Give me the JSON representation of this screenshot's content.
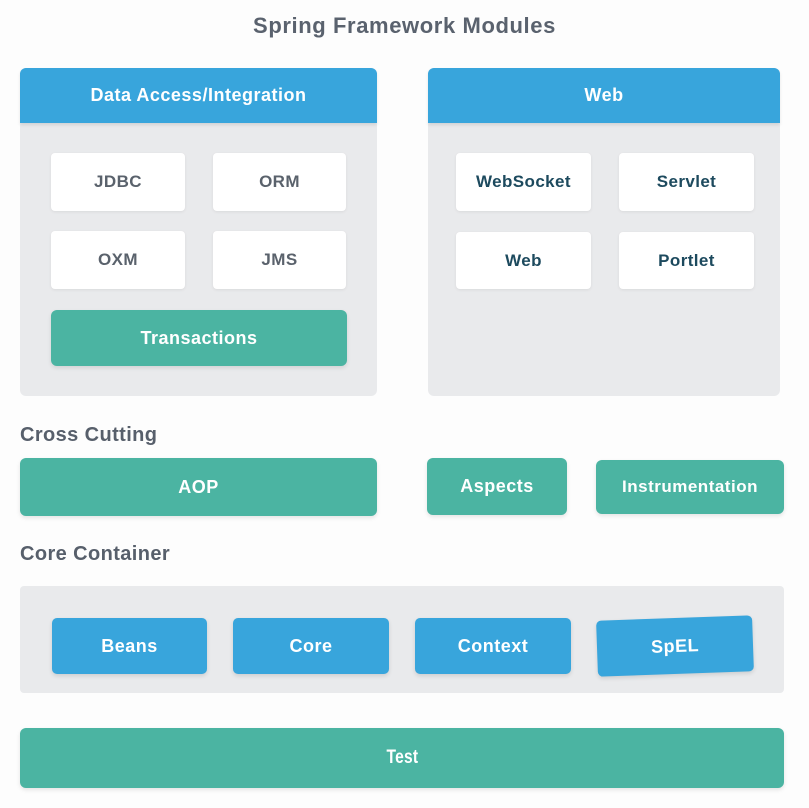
{
  "title": "Spring Framework Modules",
  "colors": {
    "blue": "#38a5dc",
    "green": "#4bb4a2",
    "panel_gray": "#e9eaec",
    "page_background": "#fdfdfd",
    "heading_text": "#5a626e",
    "left_box_text": "#5a626c",
    "web_box_text": "#1d4a5e",
    "box_label_text": "#ffffff"
  },
  "panels": {
    "data_access": {
      "header": "Data Access/Integration",
      "boxes": [
        "JDBC",
        "ORM",
        "OXM",
        "JMS"
      ],
      "wide_box": "Transactions"
    },
    "web": {
      "header": "Web",
      "boxes": [
        "WebSocket",
        "Servlet",
        "Web",
        "Portlet"
      ]
    }
  },
  "cross_cutting": {
    "label": "Cross Cutting",
    "items": [
      "AOP",
      "Aspects",
      "Instrumentation"
    ]
  },
  "core_container": {
    "label": "Core Container",
    "items": [
      "Beans",
      "Core",
      "Context",
      "SpEL"
    ]
  },
  "test": {
    "label": "Test"
  }
}
